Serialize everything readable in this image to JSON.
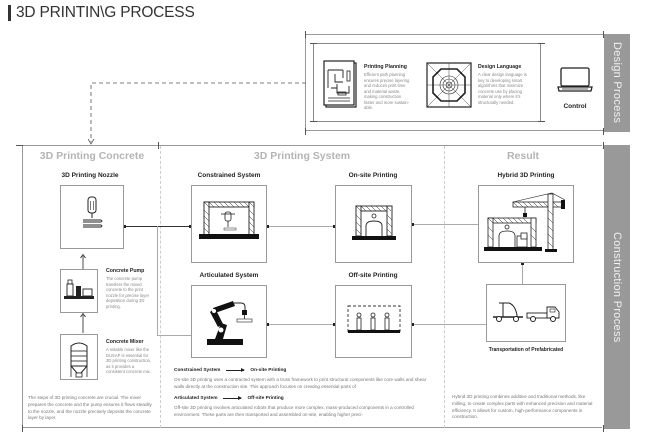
{
  "page": {
    "title": "3D PRINTIN\\G PROCESS"
  },
  "design_process": {
    "sidebar_label": "Design Process",
    "planning": {
      "title": "Printing Planning",
      "text": "Efficient path planning ensures precise layering and reduces print time and material waste, making construction faster and more sustain-able.",
      "icon": "blueprint-icon"
    },
    "language": {
      "title": "Design Language",
      "text": "A clear design language is key to developing smart algorithms that minimize concrete use by placing material only where it's structurally needed.",
      "icon": "design-pattern-icon"
    },
    "control": {
      "label": "Control",
      "icon": "laptop-icon"
    }
  },
  "construction_process": {
    "sidebar_label": "Construction Process",
    "sections": {
      "concrete": "3D Printing Concrete",
      "system": "3D Printing System",
      "result": "Result"
    },
    "concrete": {
      "nozzle": {
        "label": "3D Printing Nozzle",
        "icon": "nozzle-icon"
      },
      "pump": {
        "title": "Concrete Pump",
        "text": "The concrete pump transfers the mixed concrete to the print nozzle for precise layer deposition during 3D printing.",
        "icon": "pump-icon"
      },
      "mixer": {
        "title": "Concrete Mixer",
        "text": "A reliable mixer like the DUSAP is essential for 3D printing construction, as it provides a consistent concrete mix.",
        "icon": "mixer-icon"
      },
      "description": "The steps of 3D printing concrete are crucial. The mixer prepares the concrete and the pump ensures it flows steadily to the nozzle, and the nozzle precisely deposits the concrete layer by layer."
    },
    "system": {
      "constrained": {
        "label": "Constrained System",
        "icon": "gantry-printer-icon"
      },
      "onsite": {
        "label": "On-site Printing",
        "icon": "onsite-printing-icon"
      },
      "articulated": {
        "label": "Articulated System",
        "icon": "robot-arm-icon"
      },
      "offsite": {
        "label": "Off-site Printing",
        "icon": "offsite-printing-icon"
      },
      "legend": [
        {
          "from": "Constrained System",
          "to": "On-site Printing",
          "text": "On-site 3D printing uses a contracted system with a truss framework to print structural components like core walls and shear walls directly at the construction site. This approach focuses on creating essential parts of"
        },
        {
          "from": "Articulated System",
          "to": "Off-site Printing",
          "text": "Off-site 3D printing involves articulated robots that produce more complex, mass-produced components in a controlled environment. These parts are then transported and assembled on-site, enabling higher preci-"
        }
      ]
    },
    "result": {
      "hybrid": {
        "label": "Hybrid 3D Printing",
        "icon": "crane-construction-icon"
      },
      "transport": {
        "label": "Transportation of Prefabricated",
        "icon": "trucks-icon"
      },
      "description": "Hybrid 3D printing combines additive and traditional methods, like milling, to create complex parts with enhanced precision and material efficiency. It allows for custom, high-performance components in construction."
    }
  }
}
